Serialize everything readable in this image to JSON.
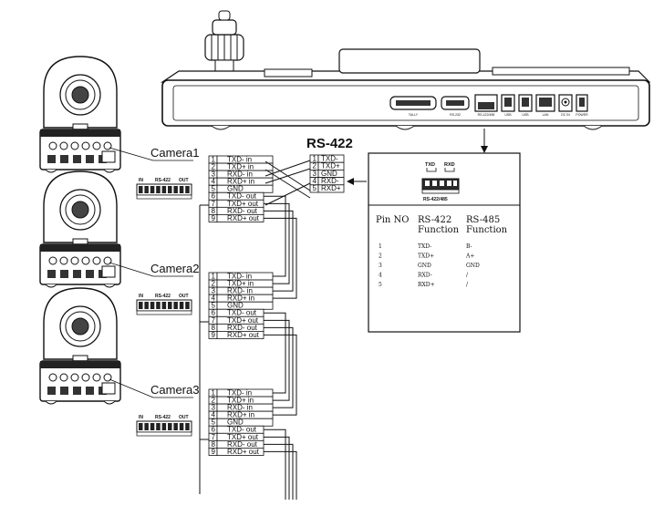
{
  "protocol_title": "RS-422",
  "cameras": [
    {
      "label": "Camera1"
    },
    {
      "label": "Camera2"
    },
    {
      "label": "Camera3"
    }
  ],
  "camera_port_labels": {
    "in": "IN",
    "mid": "RS-422",
    "out": "OUT"
  },
  "controller_block": [
    {
      "n": "1",
      "s": "TXD-"
    },
    {
      "n": "2",
      "s": "TXD+"
    },
    {
      "n": "3",
      "s": "GND"
    },
    {
      "n": "4",
      "s": "RXD-"
    },
    {
      "n": "5",
      "s": "RXD+"
    }
  ],
  "camera_blocks": [
    {
      "rows": [
        {
          "n": "1",
          "s": "TXD-  in"
        },
        {
          "n": "2",
          "s": "TXD+  in"
        },
        {
          "n": "3",
          "s": "RXD-  in"
        },
        {
          "n": "4",
          "s": "RXD+  in"
        },
        {
          "n": "5",
          "s": "GND"
        },
        {
          "n": "6",
          "s": "TXD-  out"
        },
        {
          "n": "7",
          "s": "TXD+  out"
        },
        {
          "n": "8",
          "s": "RXD-  out"
        },
        {
          "n": "9",
          "s": "RXD+  out"
        }
      ]
    },
    {
      "rows": [
        {
          "n": "1",
          "s": "TXD-  in"
        },
        {
          "n": "2",
          "s": "TXD+  in"
        },
        {
          "n": "3",
          "s": "RXD-  in"
        },
        {
          "n": "4",
          "s": "RXD+  in"
        },
        {
          "n": "5",
          "s": "GND"
        },
        {
          "n": "6",
          "s": "TXD-  out"
        },
        {
          "n": "7",
          "s": "TXD+  out"
        },
        {
          "n": "8",
          "s": "RXD-  out"
        },
        {
          "n": "9",
          "s": "RXD+  out"
        }
      ]
    },
    {
      "rows": [
        {
          "n": "1",
          "s": "TXD-  in"
        },
        {
          "n": "2",
          "s": "TXD+  in"
        },
        {
          "n": "3",
          "s": "RXD-  in"
        },
        {
          "n": "4",
          "s": "RXD+  in"
        },
        {
          "n": "5",
          "s": "GND"
        },
        {
          "n": "6",
          "s": "TXD-  out"
        },
        {
          "n": "7",
          "s": "TXD+  out"
        },
        {
          "n": "8",
          "s": "RXD-  out"
        },
        {
          "n": "9",
          "s": "RXD+  out"
        }
      ]
    }
  ],
  "pin_table": {
    "connector_top_labels": {
      "txd": "TXD",
      "rxd": "RXD"
    },
    "connector_caption": "RS-422/485",
    "headers": {
      "pin": "Pin NO",
      "rs422_a": "RS-422",
      "rs422_b": "Function",
      "rs485_a": "RS-485",
      "rs485_b": "Function"
    },
    "rows": [
      {
        "pin": "1",
        "rs422": "TXD-",
        "rs485": "B-"
      },
      {
        "pin": "2",
        "rs422": "TXD+",
        "rs485": "A+"
      },
      {
        "pin": "3",
        "rs422": "GND",
        "rs485": "GND"
      },
      {
        "pin": "4",
        "rs422": "RXD-",
        "rs485": "/"
      },
      {
        "pin": "5",
        "rs422": "RXD+",
        "rs485": "/"
      }
    ]
  },
  "keyboard_port_labels": [
    "TALLY",
    "RS-232",
    "RS-422/485",
    "USB",
    "USB",
    "LAN",
    "DC IN",
    "POWER"
  ]
}
